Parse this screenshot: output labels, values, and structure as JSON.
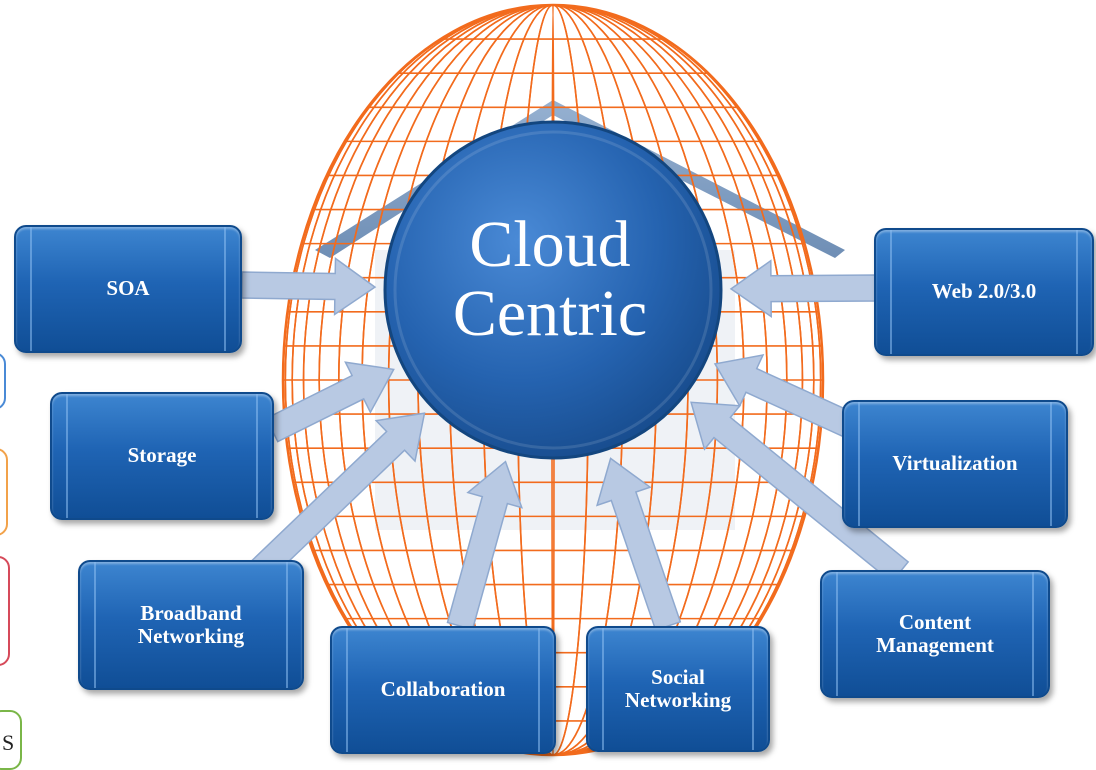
{
  "diagram": {
    "center": {
      "line1": "Cloud",
      "line2": "Centric"
    },
    "nodes": {
      "soa": "SOA",
      "storage": "Storage",
      "broadband": "Broadband\nNetworking",
      "collaboration": "Collaboration",
      "social": "Social\nNetworking",
      "content": "Content\nManagement",
      "virtualization": "Virtualization",
      "web": "Web 2.0/3.0"
    },
    "edge_fragment": "S"
  },
  "colors": {
    "globe_lines": "#f26b1d",
    "node_fill": "#1f64b4",
    "center_fill": "#2a6fbf",
    "arrow_fill": "#b8c9e3",
    "house_fill": "#7f9fc4"
  }
}
